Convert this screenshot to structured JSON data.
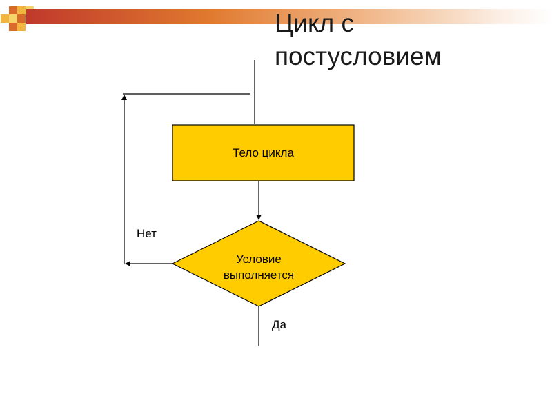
{
  "slide": {
    "title_line1": "Цикл с",
    "title_line2": "постусловием"
  },
  "flowchart": {
    "body_block": "Тело цикла",
    "condition_line1": "Условие",
    "condition_line2": "выполняется",
    "no_label": "Нет",
    "yes_label": "Да"
  },
  "colors": {
    "block_fill": "#FFCC00",
    "block_stroke": "#000000",
    "accent_dark": "#C0392B",
    "accent_orange": "#E07A2F",
    "accent_yellow": "#F5B800"
  }
}
